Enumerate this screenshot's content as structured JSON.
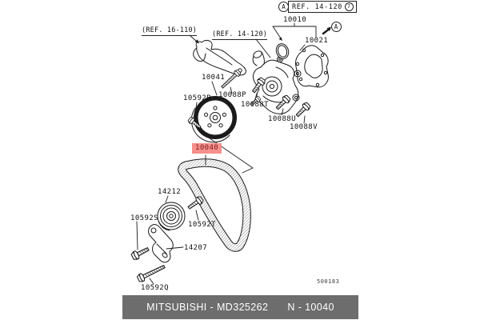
{
  "header": {
    "direction_marker": "A",
    "ref_box": {
      "label": "REF. 14-120",
      "index": "7"
    }
  },
  "diagram": {
    "ref_callouts": [
      {
        "text": "(REF. 16-110)"
      },
      {
        "text": "(REF. 14-120)"
      }
    ],
    "direction_marker": "A",
    "parts": [
      {
        "number": "10010",
        "highlighted": false
      },
      {
        "number": "10021",
        "highlighted": false
      },
      {
        "number": "10041",
        "highlighted": false
      },
      {
        "number": "10592P",
        "highlighted": false
      },
      {
        "number": "10088P",
        "highlighted": false
      },
      {
        "number": "10088T",
        "highlighted": false
      },
      {
        "number": "10088U",
        "highlighted": false
      },
      {
        "number": "10088V",
        "highlighted": false
      },
      {
        "number": "10040",
        "highlighted": true
      },
      {
        "number": "14212",
        "highlighted": false
      },
      {
        "number": "10592S",
        "highlighted": false
      },
      {
        "number": "10592T",
        "highlighted": false
      },
      {
        "number": "14207",
        "highlighted": false
      },
      {
        "number": "10592Q",
        "highlighted": false
      }
    ],
    "sheet_code": "500183",
    "colors": {
      "highlight_bg": "#f5908c",
      "highlight_text": "#7d1f1f",
      "line": "#1a1a1a",
      "footer_bg": "#6d6d6d",
      "footer_text": "#ffffff"
    }
  },
  "footer": {
    "brand_part": "MITSUBISHI - MD325262",
    "figure_ref": "N - 10040"
  }
}
